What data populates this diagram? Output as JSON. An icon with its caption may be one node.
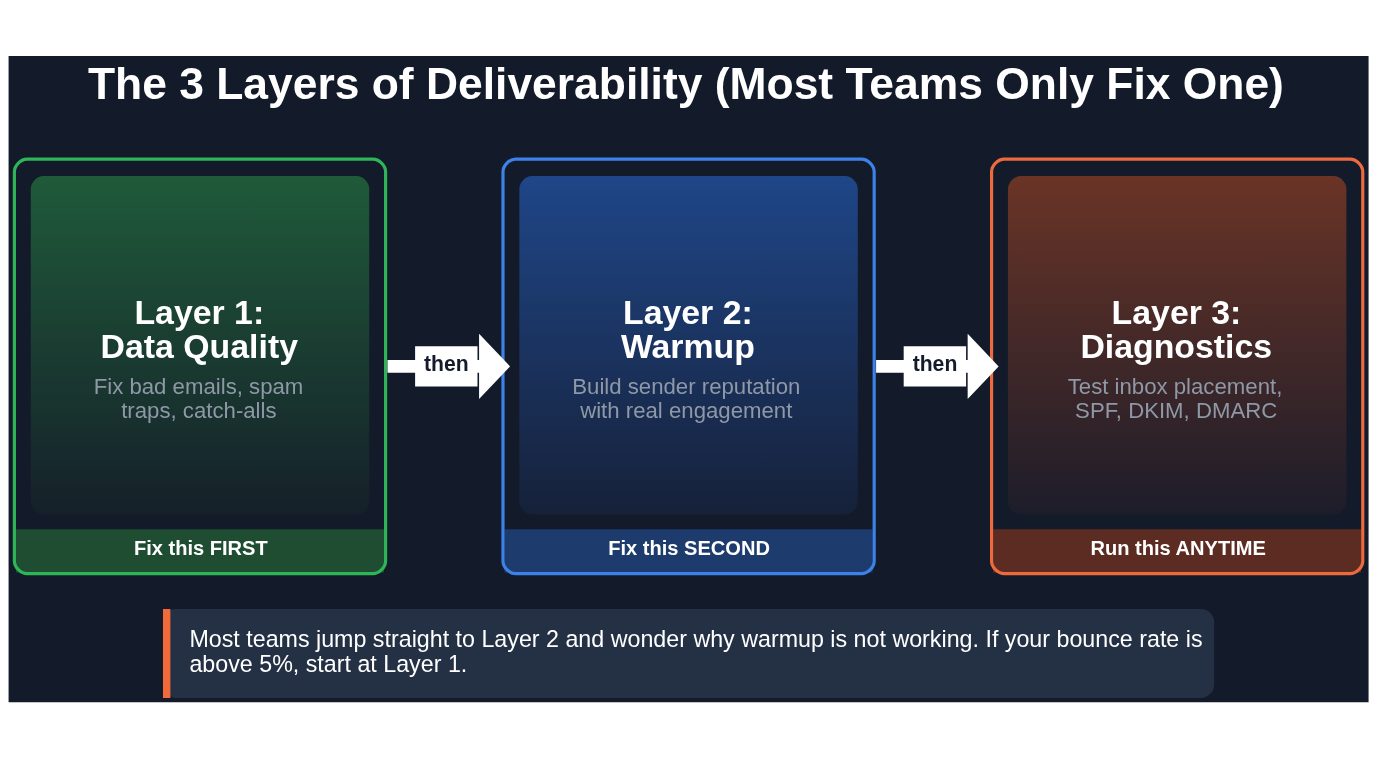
{
  "diagram": {
    "title": "The 3 Layers of Deliverability (Most Teams Only Fix One)",
    "nodes": [
      {
        "text": [
          "Layer 1: Data Quality",
          "Fix bad emails, spam traps, catch-alls",
          "Fix this FIRST"
        ]
      },
      {
        "text": [
          "Layer 2: Warmup",
          "Build sender reputation with real engagement",
          "Fix this SECOND"
        ]
      },
      {
        "text": [
          "Layer 3: Diagnostics",
          "Test inbox placement, SPF, DKIM, DMARC",
          "Run this ANYTIME"
        ]
      },
      {
        "text": [
          "Most teams jump straight to Layer 2 and wonder why warmup is not working. If your bounce rate is above 5%, start at Layer 1."
        ]
      }
    ],
    "edges": [
      {
        "from": 0,
        "to": 1,
        "arrow": "to",
        "label": "then"
      },
      {
        "from": 1,
        "to": 2,
        "arrow": "to",
        "label": "then"
      }
    ]
  }
}
